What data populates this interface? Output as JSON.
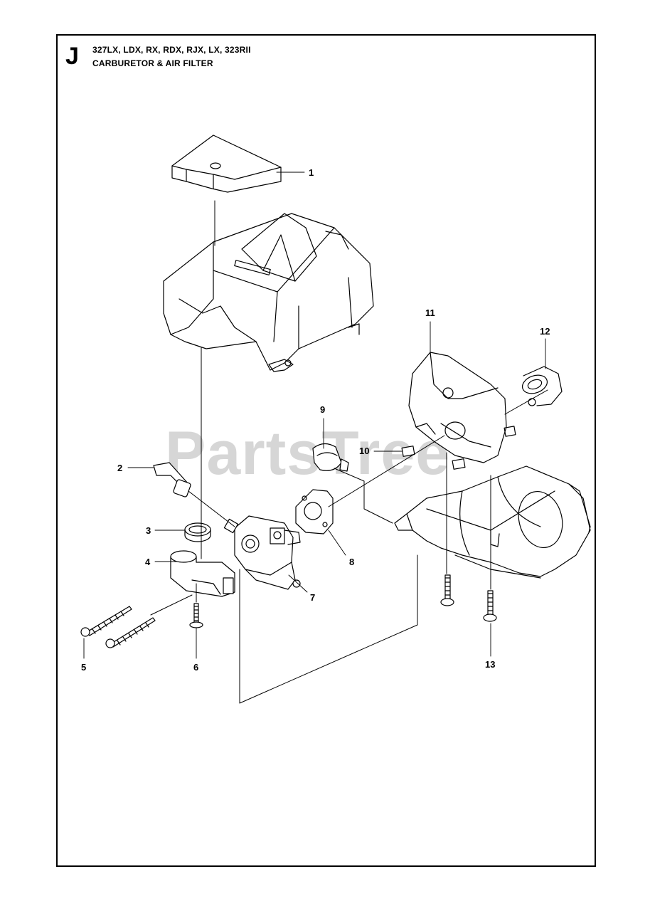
{
  "header": {
    "section_letter": "J",
    "models": "327LX, LDX, RX, RDX, RJX, LX, 323RII",
    "title": "CARBURETOR & AIR FILTER"
  },
  "watermark": "PartsTree",
  "callouts": [
    "1",
    "2",
    "3",
    "4",
    "5",
    "6",
    "7",
    "8",
    "9",
    "10",
    "11",
    "12",
    "13"
  ]
}
